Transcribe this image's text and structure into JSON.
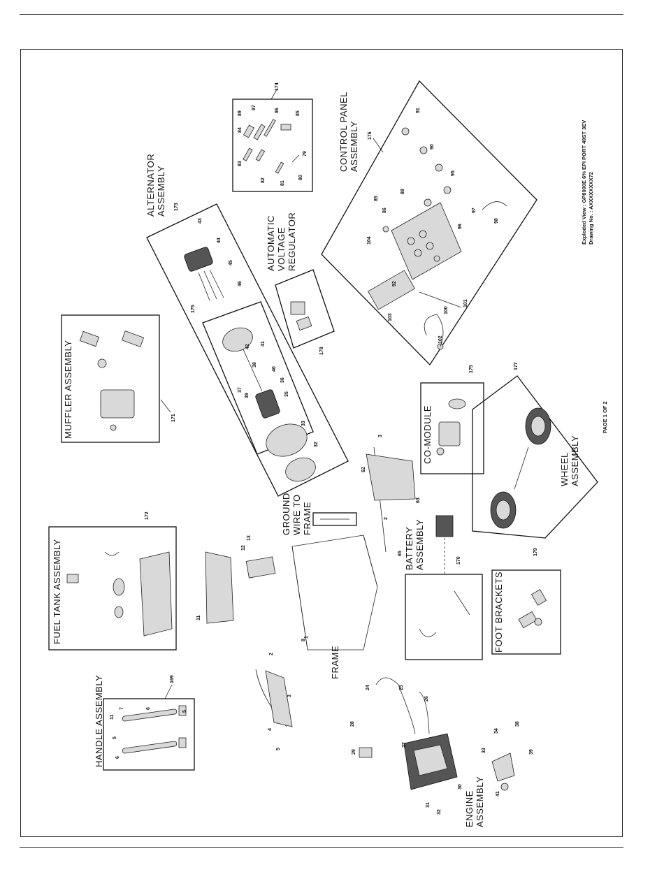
{
  "drawing": {
    "title_line1": "Exploded View : GP8000E 6% EPI PORT 49ST 3EV",
    "title_line2": "Drawing No. : AXXXXXXXX72",
    "page": "PAGE 1 OF 2"
  },
  "assemblies": {
    "control_panel": [
      "CONTROL PANEL",
      "ASSEMBLY"
    ],
    "alternator": [
      "ALTERNATOR",
      "ASSEMBLY"
    ],
    "avr": [
      "AUTOMATIC",
      "VOLTAGE",
      "REGULATOR"
    ],
    "muffler": "MUFFLER ASSEMBLY",
    "fuel_tank": "FUEL TANK ASSEMBLY",
    "handle": "HANDLE ASSEMBLY",
    "frame": "FRAME",
    "ground_wire": [
      "GROUND",
      "WIRE TO",
      "FRAME"
    ],
    "co_module": "CO-MODULE",
    "battery": [
      "BATTERY",
      "ASSEMBLY"
    ],
    "wheel": [
      "WHEEL",
      "ASSEMBLY"
    ],
    "foot_brackets": "FOOT BRACKETS",
    "engine": [
      "ENGINE",
      "ASSEMBLY"
    ]
  },
  "callouts": {
    "control_panel": "176",
    "alternator": "173",
    "rotor_group": "175",
    "avr": "178",
    "muffler": "171",
    "fuel_tank": "172",
    "handle": "169",
    "co_module": "175",
    "battery": "170",
    "wheel": "177",
    "foot_brackets": "179",
    "top_kit": "174"
  },
  "part_numbers": {
    "frame": [
      "1",
      "2",
      "3",
      "4",
      "5",
      "8",
      "11",
      "12",
      "13",
      "2",
      "3",
      "62",
      "63",
      "65"
    ],
    "handle": [
      "7",
      "6",
      "5",
      "11",
      "5",
      "6"
    ],
    "engine": [
      "24",
      "25",
      "26",
      "27",
      "28",
      "29",
      "30",
      "31",
      "32",
      "33",
      "34",
      "38",
      "39",
      "41"
    ],
    "alternator": [
      "43",
      "44",
      "45",
      "46",
      "42",
      "37",
      "38",
      "39",
      "40",
      "41",
      "36",
      "35",
      "33",
      "32"
    ],
    "control": [
      "85",
      "86",
      "88",
      "90",
      "91",
      "92",
      "95",
      "96",
      "97",
      "98",
      "100",
      "101",
      "102",
      "103",
      "104"
    ],
    "kit": [
      "89",
      "87",
      "86",
      "85",
      "84",
      "83",
      "82",
      "81",
      "80",
      "79"
    ]
  }
}
